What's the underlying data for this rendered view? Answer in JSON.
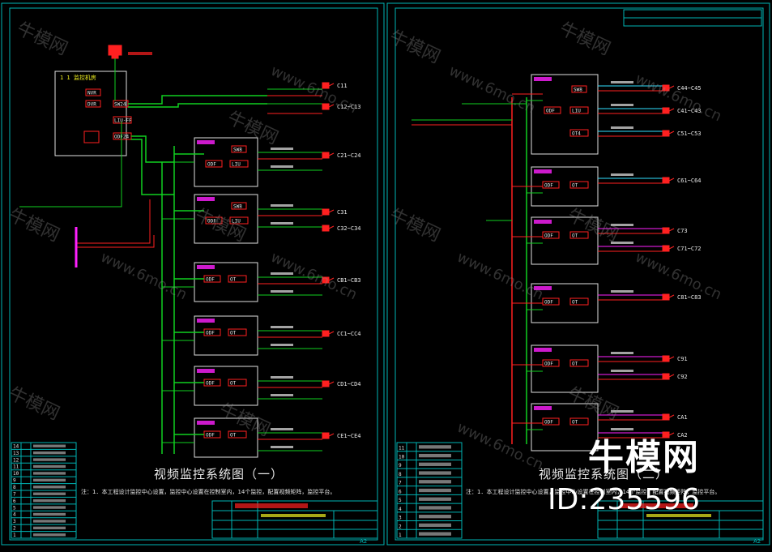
{
  "colors": {
    "background": "#000000",
    "frame": "#00b4b4",
    "box": "#e0e0e0",
    "wire_green": "#10d020",
    "wire_red": "#ff2020",
    "wire_magenta": "#ff20ff",
    "wire_cyan": "#30e0ff",
    "label_yellow": "#f0f020",
    "text": "#e8e8e8"
  },
  "sheet1": {
    "title": "视频监控系统图（一）",
    "note": "注：1．本工程设计监控中心设置，监控中心设置在控制室内，14个监控，配置视频矩阵，监控平台。",
    "cameras": [
      "C11",
      "C12~C13",
      "C21~C24",
      "C31",
      "C32~C34",
      "CB1~CB3",
      "CC1~CC4",
      "CD1~CD4",
      "CE1~CE4"
    ],
    "center_label": "1 1 监控机房",
    "equipment": [
      "NVR",
      "DVR",
      "SW24",
      "LIU-FF",
      "ODF24"
    ],
    "legend_count": 14
  },
  "sheet2": {
    "title": "视频监控系统图（二）",
    "note": "注：1．本工程设计监控中心设置，监控中心设置在控制室内，14个监控，配置视频矩阵，监控平台。",
    "cameras": [
      "C44~C45",
      "C41~C43",
      "C51~C53",
      "C61~C64",
      "C73",
      "C71~C72",
      "C81~C83",
      "C91",
      "C92",
      "CA1",
      "CA2"
    ],
    "legend_count": 11
  },
  "watermark": {
    "text": "牛模网",
    "url": "www.6mo.cn"
  },
  "brand": {
    "name": "牛模网",
    "id": "ID:235596"
  },
  "corner_labels": [
    "A2",
    "A2"
  ]
}
